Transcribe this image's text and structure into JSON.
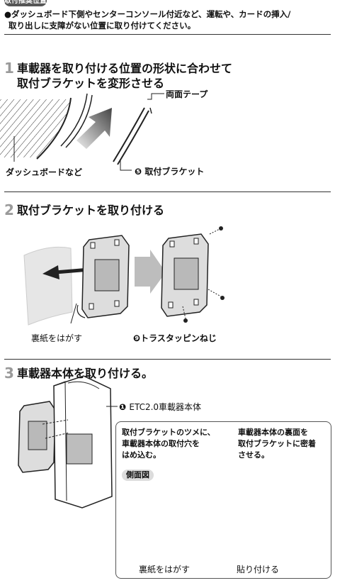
{
  "header": {
    "badge": "取付推奨位置",
    "note_line1": "●ダッシュボード下側やセンターコンソール付近など、運転や、カードの挿入/",
    "note_line2": "取り出しに支障がない位置に取り付けてください。"
  },
  "steps": [
    {
      "number": "1",
      "title_line1": "車載器を取り付ける位置の形状に合わせて",
      "title_line2": "取付ブラケットを変形させる",
      "labels": {
        "tape": "両面テープ",
        "dashboard": "ダッシュボードなど",
        "bracket_num": "❺",
        "bracket": "取付ブラケット"
      }
    },
    {
      "number": "2",
      "title_line1": "取付ブラケットを取り付ける",
      "labels": {
        "peel": "裏紙をはがす",
        "screw_num": "❾",
        "screw": "トラスタッピンねじ"
      }
    },
    {
      "number": "3",
      "title_line1": "車載器本体を取り付ける。",
      "labels": {
        "unit_num": "❶",
        "unit": "ETC2.0車載器本体",
        "callout_left_1": "取付ブラケットのツメに、",
        "callout_left_2": "車載器本体の取付穴を",
        "callout_left_3": "はめ込む。",
        "callout_right_1": "車載器本体の裏面を",
        "callout_right_2": "取付ブラケットに密着",
        "callout_right_3": "させる。",
        "side_view": "側面図",
        "peel": "裏紙をはがす",
        "stick": "貼り付ける"
      }
    }
  ]
}
